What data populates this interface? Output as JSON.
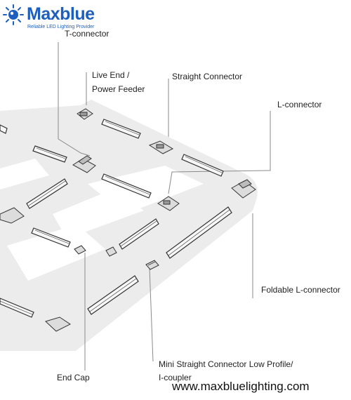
{
  "brand": {
    "name": "Maxblue",
    "tagline": "Reliable LED Lighting Provider",
    "color": "#1d5fbf",
    "icon": "sun-bulb-icon"
  },
  "labels": {
    "t_connector": "T-connector",
    "live_end_line1": "Live End /",
    "live_end_line2": "Power Feeder",
    "straight_connector": "Straight Connector",
    "l_connector": "L-connector",
    "foldable_l_connector": "Foldable L-connector",
    "end_cap": "End Cap",
    "mini_straight_line1": "Mini Straight Connector Low Profile/",
    "mini_straight_line2": "I-coupler"
  },
  "website": "www.maxbluelighting.com"
}
